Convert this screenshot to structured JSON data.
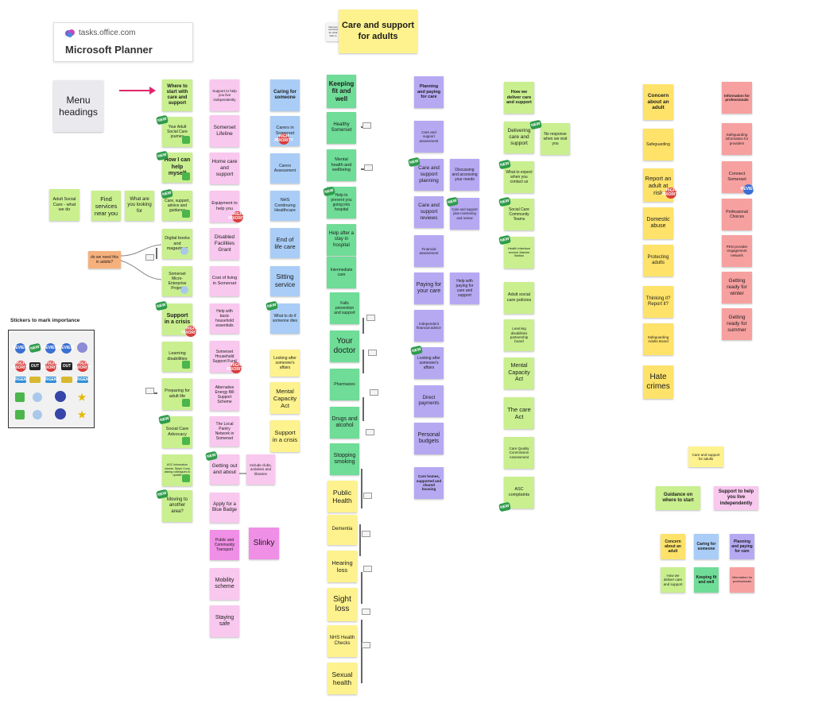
{
  "header": {
    "url": "tasks.office.com",
    "title": "Microsoft Planner",
    "logo_icon": "planner-logo-icon"
  },
  "main_title": "Care and support for adults",
  "overview_note": "Need an overview for what ASC is",
  "menu_headings": "Menu headings",
  "stickers_title": "Stickers to mark importance",
  "sticker_labels": {
    "new": "NEW",
    "high": "HIGH PRIORITY",
    "review": "REVIEW",
    "out": "OUT",
    "urgent": "URGENT"
  },
  "colors": {
    "green": "#c9ef8f",
    "dark_green": "#6fdc97",
    "pink": "#f8c8ee",
    "magenta": "#f08fe6",
    "blue": "#a9cdf6",
    "violet": "#b6a9f2",
    "yellow": "#fdf28d",
    "amber": "#fee26a",
    "red": "#f7a0a0",
    "orange": "#f6b07c",
    "arrow": "#e0256b"
  },
  "left_notes": {
    "adult_social_care": "Adult Social Care - what we do",
    "find_services": "Find services near you",
    "what_looking": "What are you looking for",
    "need_in_adults": "do we need this in adults?"
  },
  "col1": [
    "Where to start with care and support",
    "Your Adult Social Care journey",
    "How I can help myself",
    "Care, support, advice and guidance",
    "Digital books and magazines",
    "Somerset Micro-Enterprise Project",
    "Support in a crisis",
    "Learning disabilities",
    "Preparing for adult life",
    "Social Care Advocacy",
    "ASC information sheets: Steph Curry asking colleagues to update",
    "Moving to another area?"
  ],
  "col2": [
    "Support to help you live independently",
    "Somerset Lifeline",
    "Home care and support",
    "Equipment to help you",
    "Disabled Facilities Grant",
    "Cost of living in Somerset",
    "Help with basic household essentials",
    "Somerset Household Support Fund",
    "Alternative Energy Bill Support Scheme",
    "The Local Pantry Network in Somerset",
    "Getting out and about",
    "Apply for a Blue Badge",
    "Public and Community Transport",
    "Mobility scheme",
    "Staying safe"
  ],
  "col2_side": {
    "include": "Include clubs, activities and libraries",
    "slinky": "Slinky"
  },
  "col3": [
    "Caring for someone",
    "Carers in Somerset",
    "Carers Assessment",
    "NHS Continuing Healthcare",
    "End of life care",
    "Sitting service",
    "What to do if someone dies",
    "Looking after someone's affairs",
    "Mental Capacity Act",
    "Support in a crisis"
  ],
  "col4": [
    "Keeping fit and well",
    "Healthy Somerset",
    "Mental health and wellbeing",
    "Help to prevent you going into hospital",
    "Help after a stay in hospital",
    "Intermediate care",
    "Falls prevention and support",
    "Your doctor",
    "Pharmacies",
    "Drugs and alcohol",
    "Stopping smoking",
    "Public Health",
    "Dementia",
    "Hearing loss",
    "Sight loss",
    "NHS Health Checks",
    "Sexual health"
  ],
  "col5": [
    "Planning and paying for care",
    "Care and support assessment",
    "Care and support planning",
    "Care and support reviews",
    "Financial assessment",
    "Paying for your care",
    "Independent financial advice",
    "Looking after someone's affairs",
    "Direct payments",
    "Personal budgets",
    "Care homes, supported and shared housing"
  ],
  "col5_side": {
    "discussing": "Discussing and accessing your needs",
    "plan_monitor": "Care and support plan monitoring and review",
    "help_paying": "Help with paying for care and support"
  },
  "col6": [
    "How we deliver care and support",
    "Delivering care and support",
    "What to expect when you contact us",
    "Social Care Community Teams",
    "Health interface service Maxine Walton",
    "Adult social care policies",
    "Learning disabilities partnership board",
    "Mental Capacity Act",
    "The care Act",
    "Care Quality Commission Assessment",
    "ASC complaints"
  ],
  "col6_side": {
    "no_response": "No response when we visit you"
  },
  "col7": [
    "Concern about an adult",
    "Safeguarding",
    "Report an adult at risk",
    "Domestic abuse",
    "Protecting adults",
    "Thinking it? Report it?",
    "Safeguarding Adults Board",
    "Hate crimes"
  ],
  "col8": [
    "Information for professionals",
    "Safeguarding information for providers",
    "Connect Somerset",
    "Professional Choices",
    "PEN provider engagement network",
    "Getting ready for winter",
    "Getting ready for summer"
  ],
  "legend": {
    "title": "Care and support for adults",
    "guidance": "Guidance on where to start",
    "support_live": "Support to help you live independently",
    "concern": "Concern about an adult",
    "caring": "Caring for someone",
    "planning": "Planning and paying for care",
    "deliver": "How we deliver care and support",
    "keeping": "Keeping fit and well",
    "info_prof": "Information for professionals"
  }
}
